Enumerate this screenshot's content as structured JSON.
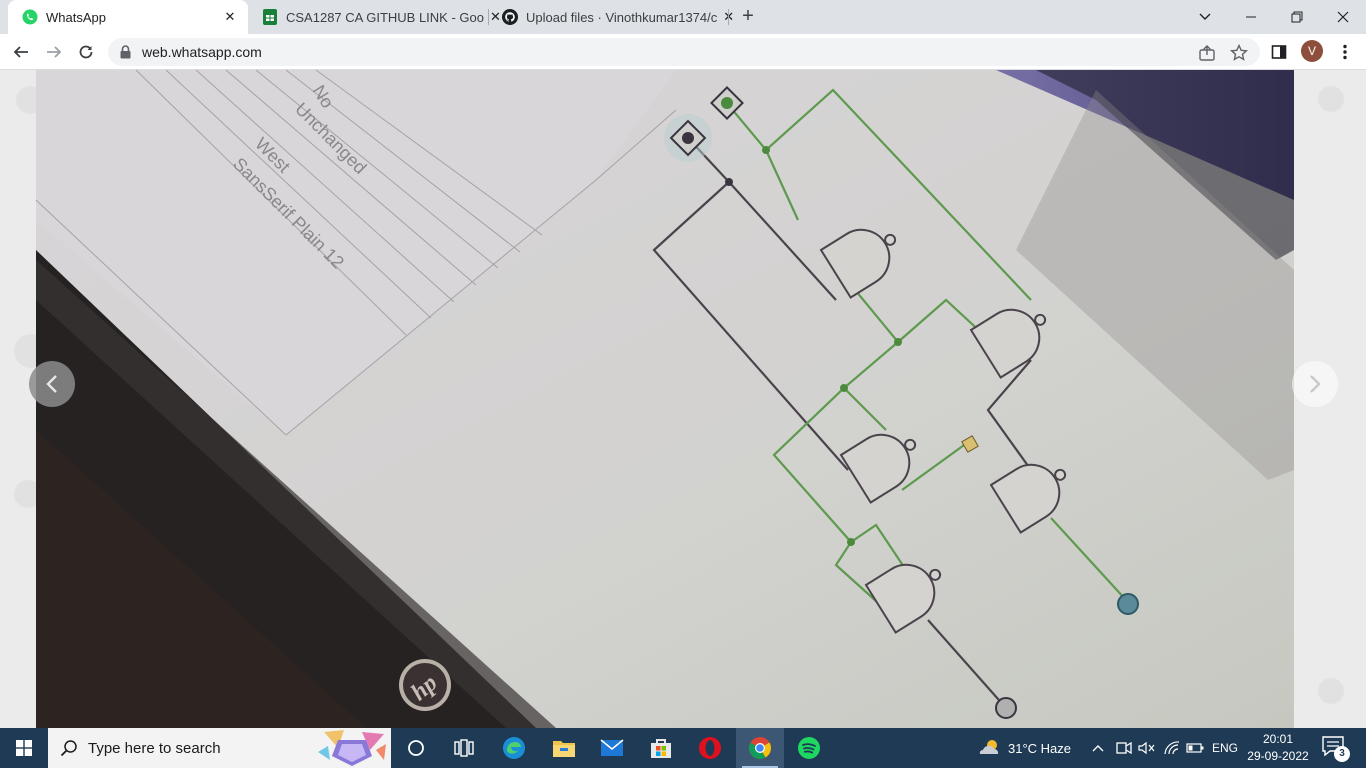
{
  "browser": {
    "tabs": [
      {
        "title": "WhatsApp",
        "active": true,
        "icon": "whatsapp-icon"
      },
      {
        "title": "CSA1287 CA GITHUB LINK - Goo",
        "active": false,
        "icon": "google-sheets-icon"
      },
      {
        "title": "Upload files · Vinothkumar1374/c",
        "active": false,
        "icon": "github-icon"
      }
    ],
    "url": "web.whatsapp.com",
    "profile_initial": "V"
  },
  "viewer": {
    "photo_labels": [
      "No",
      "Unchanged",
      "West",
      "SansSerif Plain 12"
    ],
    "brand_logo": "hp"
  },
  "taskbar": {
    "search_placeholder": "Type here to search",
    "weather": "31°C  Haze",
    "language": "ENG",
    "time": "20:01",
    "date": "29-09-2022",
    "notification_count": "3"
  },
  "colors": {
    "accent_green": "#25d366",
    "sheets_green": "#188038",
    "taskbar_bg": "#1f3a55"
  }
}
